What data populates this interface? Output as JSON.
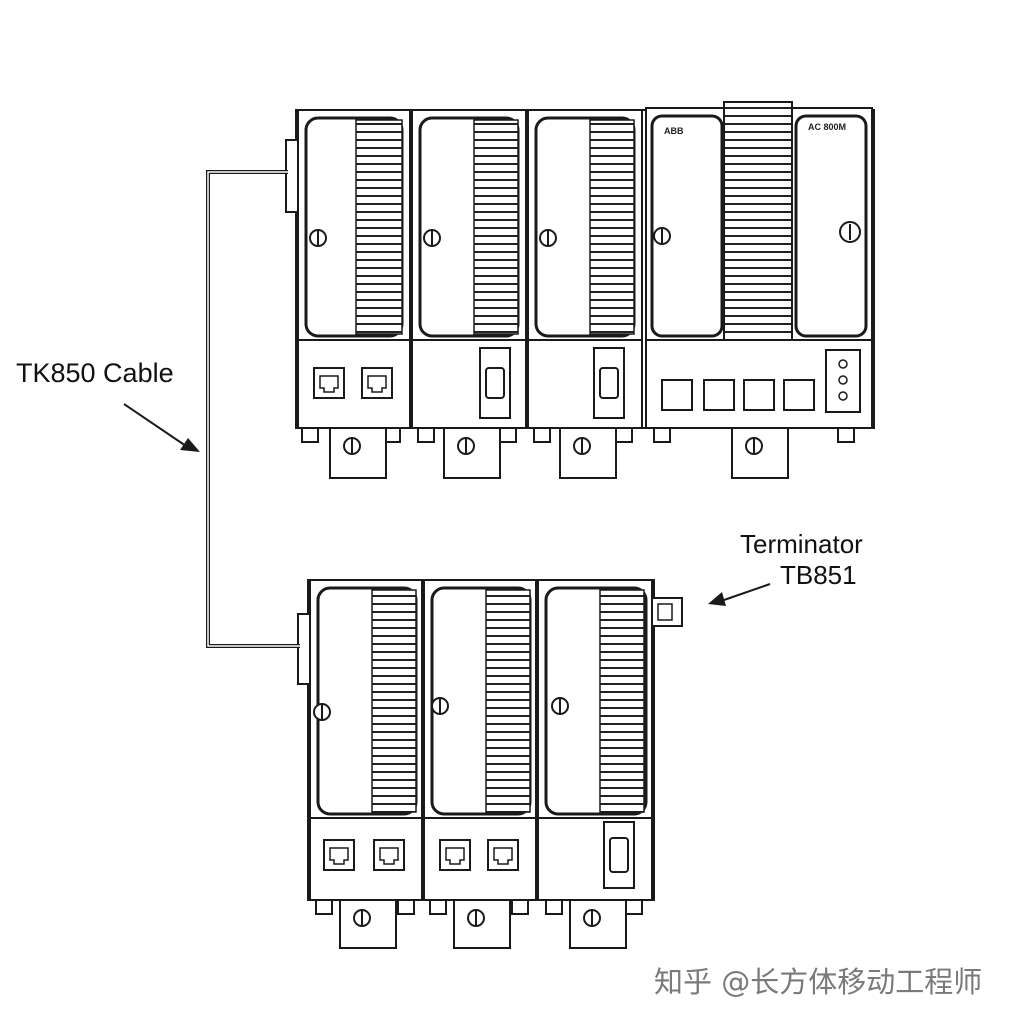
{
  "labels": {
    "cable": "TK850 Cable",
    "terminator_line1": "Terminator",
    "terminator_line2": "TB851"
  },
  "controller": {
    "brand": "ABB",
    "model": "AC 800M"
  },
  "watermark": "知乎 @长方体移动工程师",
  "colors": {
    "line": "#1a1a1a",
    "background": "#ffffff",
    "watermark": "#7a7a7a"
  }
}
